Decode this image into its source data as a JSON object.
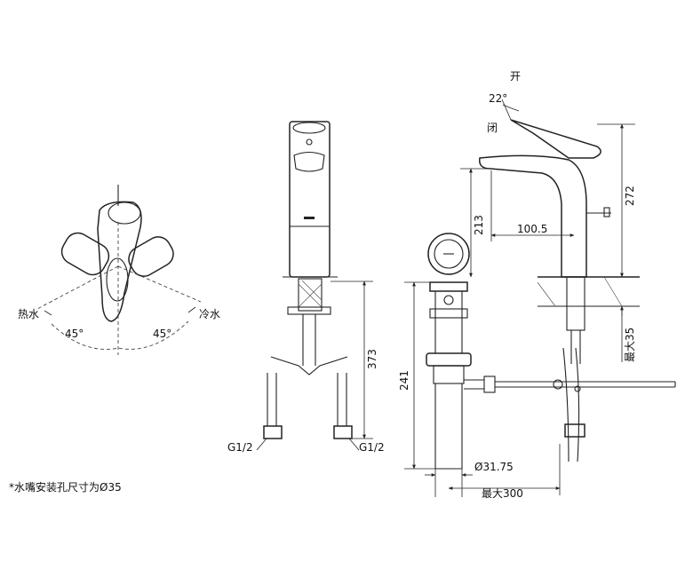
{
  "labels": {
    "hot_water": "热水",
    "cold_water": "冷水",
    "angle_left": "45°",
    "angle_right": "45°",
    "open": "开",
    "close": "闭",
    "lever_angle": "22°",
    "height_total": "373",
    "thread_left": "G1/2",
    "thread_right": "G1/2",
    "height_spout": "213",
    "reach_spout": "100.5",
    "height_faucet": "272",
    "max_thickness": "最大35",
    "drain_height": "241",
    "drain_diameter": "Ø31.75",
    "max_length": "最大300"
  },
  "note": "*水嘴安装孔尺寸为Ø35"
}
